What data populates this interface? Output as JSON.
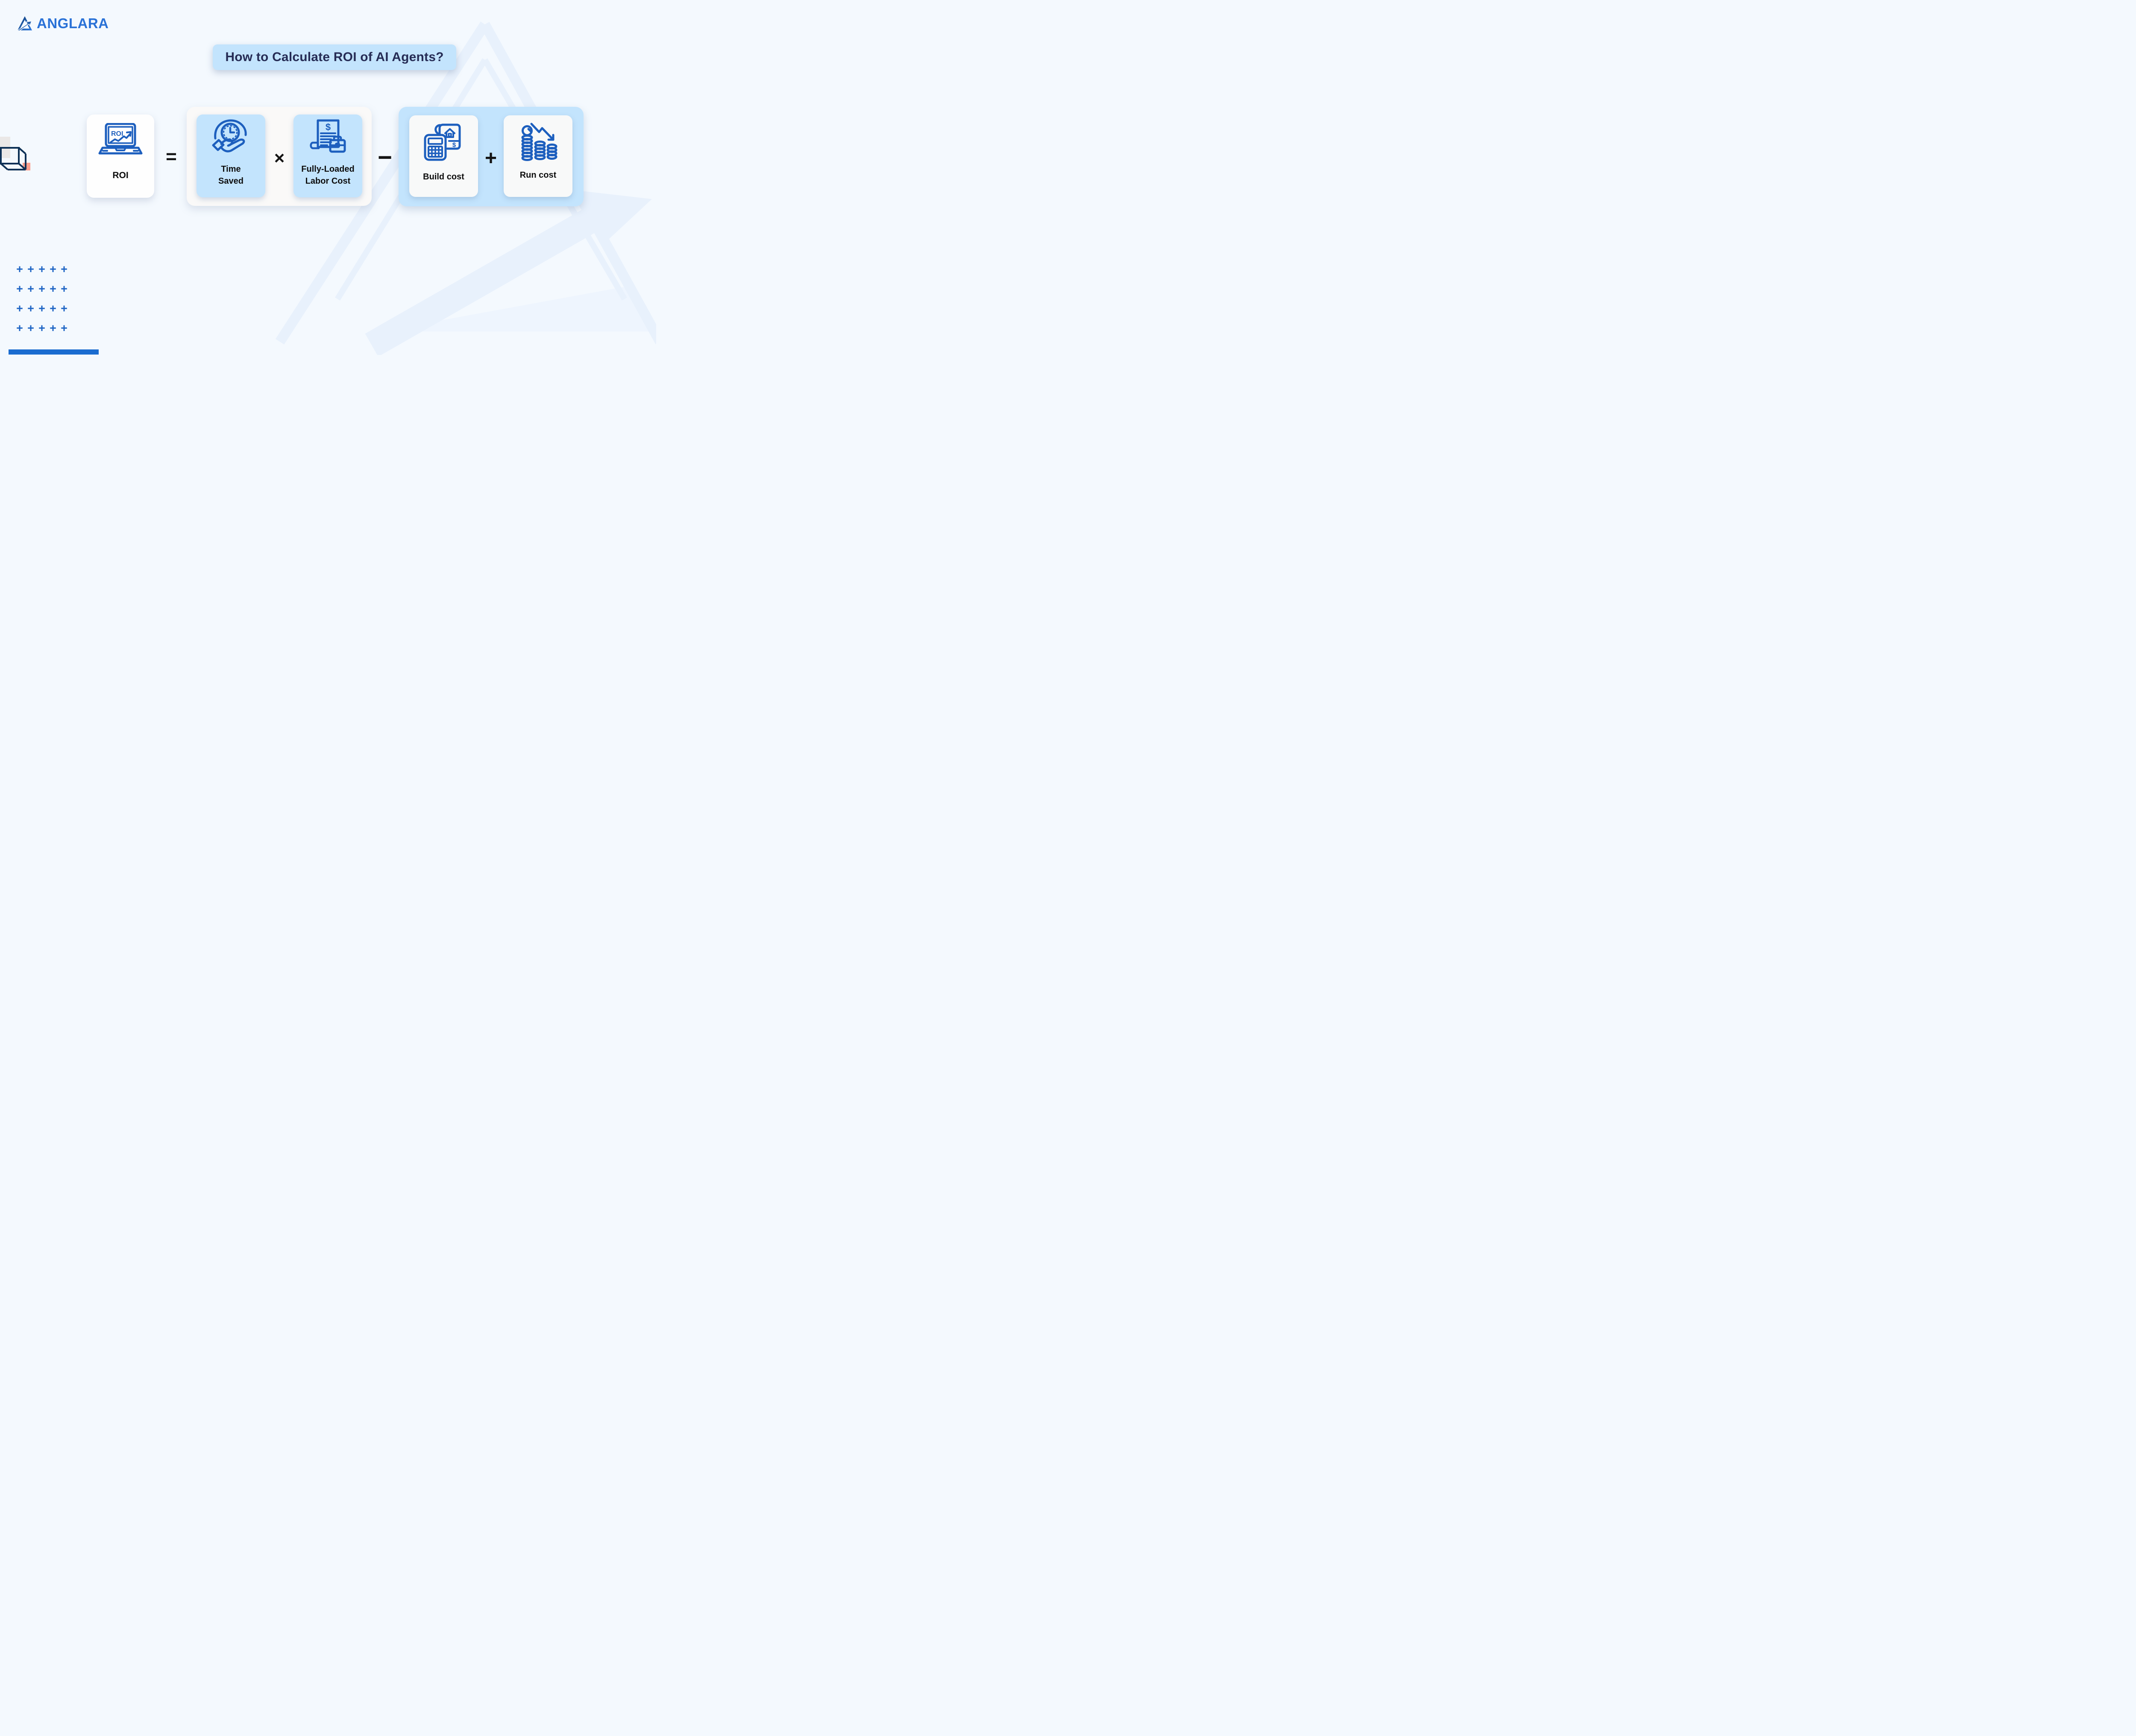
{
  "logo": {
    "brand": "ANGLARA",
    "brand_color": "#2a72d7",
    "mark_icon": "anglara-triangle-arrow-icon"
  },
  "title": {
    "text": "How to Calculate ROI of AI Agents?",
    "bg": "#c3e4fd",
    "text_color": "#262c55"
  },
  "formula": {
    "roi_card": {
      "label": "ROI",
      "icon": "roi-laptop-icon"
    },
    "equals": "=",
    "multiply": "×",
    "minus": "−",
    "plus": "+",
    "time_card": {
      "label": "Time Saved",
      "icon": "hand-clock-icon"
    },
    "labor_card": {
      "label": "Fully-Loaded Labor Cost",
      "icon": "invoice-briefcase-icon"
    },
    "build_card": {
      "label": "Build cost",
      "icon": "calculator-document-icon"
    },
    "run_card": {
      "label": "Run cost",
      "icon": "coins-decline-icon"
    }
  },
  "colors": {
    "background": "#f4f9fe",
    "icon_blue": "#1d5fbe",
    "card_blue": "#c3e4fd",
    "group_light": "#faf9f8",
    "card_white": "#f8f9f9",
    "plus_blue": "#1d64c4",
    "cube_navy": "#0d3156",
    "gray_square": "#eae8e7",
    "salmon_square": "#fa9f8d",
    "bottom_bar": "#1a6cd0",
    "watermark": "#e8f1fc"
  },
  "decorations": {
    "plus_grid": {
      "rows": 4,
      "cols": 5,
      "glyph": "+"
    },
    "shapes": [
      "triangle-watermark",
      "cube-wireframe",
      "gray-square",
      "salmon-square",
      "plus-grid",
      "bottom-bar"
    ]
  }
}
